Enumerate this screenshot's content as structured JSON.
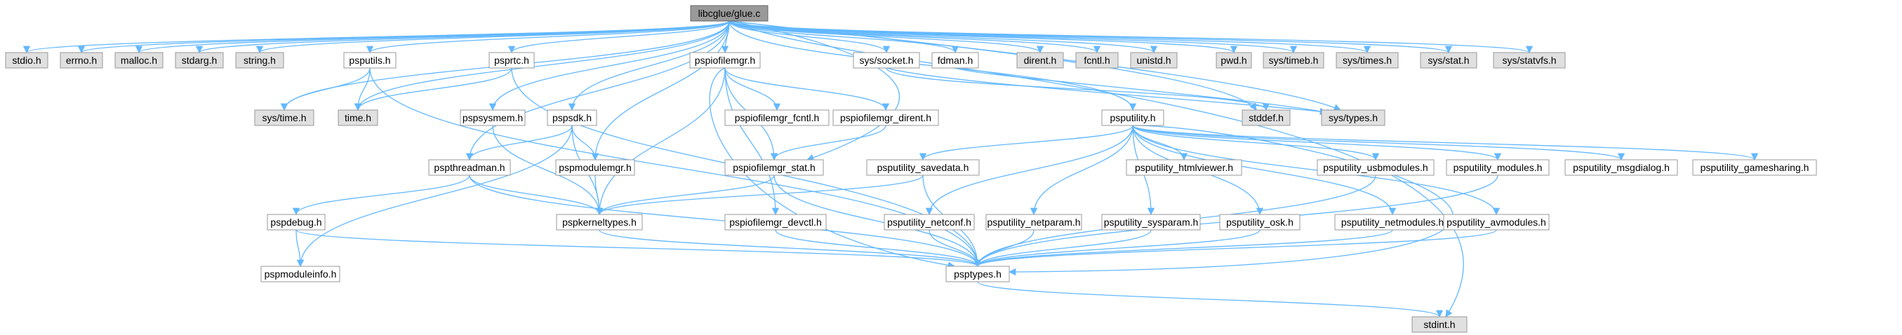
{
  "colors": {
    "root_fill": "#999999",
    "root_stroke": "#666666",
    "node_fill": "#ffffff",
    "node_stroke": "#999999",
    "ext_fill": "#e0e0e0",
    "ext_stroke": "#999999",
    "edge": "#63b8ff"
  },
  "nodes": [
    {
      "id": "glue",
      "label": "libcglue/glue.c",
      "kind": "root"
    },
    {
      "id": "stdio",
      "label": "stdio.h",
      "kind": "ext"
    },
    {
      "id": "errno",
      "label": "errno.h",
      "kind": "ext"
    },
    {
      "id": "malloc",
      "label": "malloc.h",
      "kind": "ext"
    },
    {
      "id": "stdarg",
      "label": "stdarg.h",
      "kind": "ext"
    },
    {
      "id": "string",
      "label": "string.h",
      "kind": "ext"
    },
    {
      "id": "psputils",
      "label": "psputils.h",
      "kind": "file"
    },
    {
      "id": "psprtc",
      "label": "psprtc.h",
      "kind": "file"
    },
    {
      "id": "pspiofilemgr",
      "label": "pspiofilemgr.h",
      "kind": "file"
    },
    {
      "id": "syssocket",
      "label": "sys/socket.h",
      "kind": "file"
    },
    {
      "id": "fdman",
      "label": "fdman.h",
      "kind": "file"
    },
    {
      "id": "dirent",
      "label": "dirent.h",
      "kind": "ext"
    },
    {
      "id": "fcntl",
      "label": "fcntl.h",
      "kind": "ext"
    },
    {
      "id": "unistd",
      "label": "unistd.h",
      "kind": "ext"
    },
    {
      "id": "pwd",
      "label": "pwd.h",
      "kind": "ext"
    },
    {
      "id": "systimeb",
      "label": "sys/timeb.h",
      "kind": "ext"
    },
    {
      "id": "systimes",
      "label": "sys/times.h",
      "kind": "ext"
    },
    {
      "id": "sysstat",
      "label": "sys/stat.h",
      "kind": "ext"
    },
    {
      "id": "sysstatvfs",
      "label": "sys/statvfs.h",
      "kind": "ext"
    },
    {
      "id": "systime",
      "label": "sys/time.h",
      "kind": "ext"
    },
    {
      "id": "time",
      "label": "time.h",
      "kind": "ext"
    },
    {
      "id": "pspsysmem",
      "label": "pspsysmem.h",
      "kind": "file"
    },
    {
      "id": "pspsdk",
      "label": "pspsdk.h",
      "kind": "file"
    },
    {
      "id": "fcntlh",
      "label": "pspiofilemgr_fcntl.h",
      "kind": "file"
    },
    {
      "id": "direnth",
      "label": "pspiofilemgr_dirent.h",
      "kind": "file"
    },
    {
      "id": "stddef",
      "label": "stddef.h",
      "kind": "ext"
    },
    {
      "id": "systypes",
      "label": "sys/types.h",
      "kind": "ext"
    },
    {
      "id": "psputility",
      "label": "psputility.h",
      "kind": "file"
    },
    {
      "id": "pspthreadman",
      "label": "pspthreadman.h",
      "kind": "file"
    },
    {
      "id": "pspmodulemgr",
      "label": "pspmodulemgr.h",
      "kind": "file"
    },
    {
      "id": "stath",
      "label": "pspiofilemgr_stat.h",
      "kind": "file"
    },
    {
      "id": "savedata",
      "label": "psputility_savedata.h",
      "kind": "file"
    },
    {
      "id": "htmlviewer",
      "label": "psputility_htmlviewer.h",
      "kind": "file"
    },
    {
      "id": "usbmodules",
      "label": "psputility_usbmodules.h",
      "kind": "file"
    },
    {
      "id": "modules",
      "label": "psputility_modules.h",
      "kind": "file"
    },
    {
      "id": "msgdialog",
      "label": "psputility_msgdialog.h",
      "kind": "file"
    },
    {
      "id": "gamesharing",
      "label": "psputility_gamesharing.h",
      "kind": "file"
    },
    {
      "id": "pspdebug",
      "label": "pspdebug.h",
      "kind": "file"
    },
    {
      "id": "pspkerneltypes",
      "label": "pspkerneltypes.h",
      "kind": "file"
    },
    {
      "id": "devctl",
      "label": "pspiofilemgr_devctl.h",
      "kind": "file"
    },
    {
      "id": "netconf",
      "label": "psputility_netconf.h",
      "kind": "file"
    },
    {
      "id": "netparam",
      "label": "psputility_netparam.h",
      "kind": "file"
    },
    {
      "id": "sysparam",
      "label": "psputility_sysparam.h",
      "kind": "file"
    },
    {
      "id": "osk",
      "label": "psputility_osk.h",
      "kind": "file"
    },
    {
      "id": "netmodules",
      "label": "psputility_netmodules.h",
      "kind": "file"
    },
    {
      "id": "avmodules",
      "label": "psputility_avmodules.h",
      "kind": "file"
    },
    {
      "id": "pspmoduleinfo",
      "label": "pspmoduleinfo.h",
      "kind": "file"
    },
    {
      "id": "psptypes",
      "label": "psptypes.h",
      "kind": "file"
    },
    {
      "id": "stdint",
      "label": "stdint.h",
      "kind": "ext"
    }
  ],
  "edges": [
    [
      "glue",
      "stdio"
    ],
    [
      "glue",
      "errno"
    ],
    [
      "glue",
      "malloc"
    ],
    [
      "glue",
      "stdarg"
    ],
    [
      "glue",
      "string"
    ],
    [
      "glue",
      "psputils"
    ],
    [
      "glue",
      "psprtc"
    ],
    [
      "glue",
      "pspiofilemgr"
    ],
    [
      "glue",
      "syssocket"
    ],
    [
      "glue",
      "fdman"
    ],
    [
      "glue",
      "dirent"
    ],
    [
      "glue",
      "fcntl"
    ],
    [
      "glue",
      "unistd"
    ],
    [
      "glue",
      "pwd"
    ],
    [
      "glue",
      "systimeb"
    ],
    [
      "glue",
      "systimes"
    ],
    [
      "glue",
      "sysstat"
    ],
    [
      "glue",
      "sysstatvfs"
    ],
    [
      "glue",
      "systime"
    ],
    [
      "glue",
      "time"
    ],
    [
      "glue",
      "pspsysmem"
    ],
    [
      "glue",
      "pspsdk"
    ],
    [
      "glue",
      "pspthreadman"
    ],
    [
      "glue",
      "pspmodulemgr"
    ],
    [
      "glue",
      "psputility"
    ],
    [
      "glue",
      "stddef"
    ],
    [
      "glue",
      "systypes"
    ],
    [
      "glue",
      "stath"
    ],
    [
      "glue",
      "stdint"
    ],
    [
      "psputils",
      "systime"
    ],
    [
      "psputils",
      "time"
    ],
    [
      "psputils",
      "psptypes"
    ],
    [
      "psprtc",
      "time"
    ],
    [
      "psprtc",
      "psptypes"
    ],
    [
      "pspiofilemgr",
      "fcntlh"
    ],
    [
      "pspiofilemgr",
      "direnth"
    ],
    [
      "pspiofilemgr",
      "pspkerneltypes"
    ],
    [
      "pspiofilemgr",
      "stath"
    ],
    [
      "pspiofilemgr",
      "devctl"
    ],
    [
      "pspiofilemgr",
      "psptypes"
    ],
    [
      "syssocket",
      "stddef"
    ],
    [
      "syssocket",
      "systypes"
    ],
    [
      "fdman",
      "systypes"
    ],
    [
      "pspsysmem",
      "pspkerneltypes"
    ],
    [
      "pspsdk",
      "pspthreadman"
    ],
    [
      "pspsdk",
      "pspmodulemgr"
    ],
    [
      "pspsdk",
      "pspmoduleinfo"
    ],
    [
      "pspsdk",
      "pspkerneltypes"
    ],
    [
      "direnth",
      "stath"
    ],
    [
      "psputility",
      "savedata"
    ],
    [
      "psputility",
      "htmlviewer"
    ],
    [
      "psputility",
      "usbmodules"
    ],
    [
      "psputility",
      "modules"
    ],
    [
      "psputility",
      "msgdialog"
    ],
    [
      "psputility",
      "gamesharing"
    ],
    [
      "psputility",
      "netconf"
    ],
    [
      "psputility",
      "netparam"
    ],
    [
      "psputility",
      "sysparam"
    ],
    [
      "psputility",
      "osk"
    ],
    [
      "psputility",
      "netmodules"
    ],
    [
      "psputility",
      "avmodules"
    ],
    [
      "psputility",
      "psptypes"
    ],
    [
      "pspthreadman",
      "pspdebug"
    ],
    [
      "pspthreadman",
      "pspkerneltypes"
    ],
    [
      "pspthreadman",
      "psptypes"
    ],
    [
      "pspmodulemgr",
      "pspkerneltypes"
    ],
    [
      "stath",
      "pspkerneltypes"
    ],
    [
      "stath",
      "psptypes"
    ],
    [
      "savedata",
      "pspkerneltypes"
    ],
    [
      "savedata",
      "psptypes"
    ],
    [
      "usbmodules",
      "psptypes"
    ],
    [
      "modules",
      "psptypes"
    ],
    [
      "pspdebug",
      "pspmoduleinfo"
    ],
    [
      "pspdebug",
      "psptypes"
    ],
    [
      "pspkerneltypes",
      "psptypes"
    ],
    [
      "devctl",
      "psptypes"
    ],
    [
      "netconf",
      "psptypes"
    ],
    [
      "netparam",
      "psptypes"
    ],
    [
      "sysparam",
      "psptypes"
    ],
    [
      "osk",
      "psptypes"
    ],
    [
      "netmodules",
      "psptypes"
    ],
    [
      "avmodules",
      "psptypes"
    ],
    [
      "psptypes",
      "stdint"
    ]
  ]
}
